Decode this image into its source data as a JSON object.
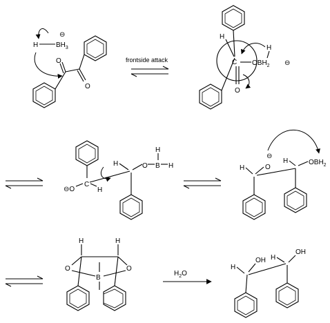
{
  "labels": {
    "frontside_attack": "frontside attack",
    "water_main": "H",
    "water_sub": "2",
    "water_tail": "O",
    "h": "H",
    "b": "B",
    "o": "O",
    "bh3_main": "BH",
    "bh3_sub": "3",
    "obh2_main": "OBH",
    "obh2_sub": "2",
    "oh": "OH",
    "c": "C",
    "ominus": "⊖O",
    "minus": "⊖"
  }
}
